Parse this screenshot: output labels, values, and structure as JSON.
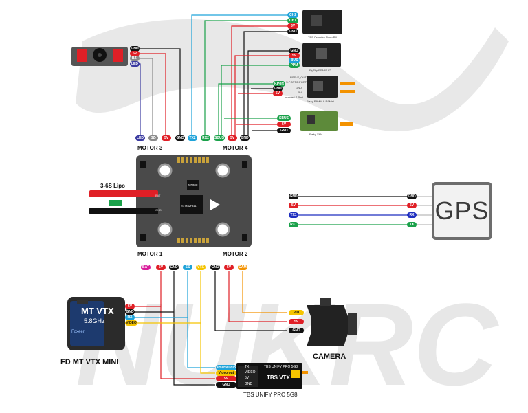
{
  "labels": {
    "motor3": "MOTOR 3",
    "motor4": "MOTOR 4",
    "motor1": "MOTOR 1",
    "motor2": "MOTOR 2",
    "lipo": "3-6S Lipo",
    "camera": "CAMERA",
    "vtx_caption": "FD MT VTX MINI",
    "unify_caption": "TBS UNIFY PRO 5G8",
    "gps": "GPS"
  },
  "receivers": {
    "crossfire": "TBS Crossfire Nano RX",
    "fsa8s": "FlySky FSA8S V2",
    "r9mm": "Frsky R9MM & R9Mini",
    "xm": "Frsky XM+"
  },
  "fc_pads_top": [
    "LED",
    "BZ-",
    "5V",
    "GND",
    "TX2",
    "RX2",
    "SBUS",
    "5V",
    "GND"
  ],
  "fc_pads_bottom": [
    "BAT",
    "5V",
    "GND",
    "SS",
    "VTX",
    "GND",
    "5V",
    "CAM"
  ],
  "gps_wires_left": [
    "GND",
    "5V",
    "TX1",
    "RX1"
  ],
  "gps_wires_right": [
    "GND",
    "5V",
    "RX",
    "TX"
  ],
  "vtx_pins": [
    "5V",
    "GND",
    "RX",
    "VIDEO"
  ],
  "camera_pins": [
    "VID",
    "5V",
    "GND"
  ],
  "unify_pins": [
    "smartAudio",
    "Video out",
    "5V",
    "GND"
  ],
  "unify_pin_labels": [
    "TX",
    "VIDEO",
    "5V",
    "GND"
  ],
  "unify_module": {
    "header": "TBS UNIFY PRO 5G8",
    "brand": "TBS VTX"
  },
  "crossfire_pins": [
    "CH2",
    "CH1",
    "5V",
    "GND"
  ],
  "fsa8s_pins": [
    "GND",
    "5V",
    "BUS",
    "PPM"
  ],
  "r9mm_pins": [
    "F.Port",
    "GND",
    "5V"
  ],
  "r9mm_notes": [
    "RSSI/S_OUT",
    "S.PORT/F.PORT",
    "GND",
    "5V",
    "Inverted S.Port"
  ],
  "xm_pins": [
    "SBUS",
    "5V",
    "GND"
  ],
  "fc_chips": {
    "mcu": "STM32F411",
    "imu": "MPU6000"
  },
  "fc_side_labels": {
    "bat": "BAT",
    "gnd": "GND"
  },
  "vtx_module": {
    "brand": "Foxeer",
    "name": "MT VTX",
    "freq": "5.8GHz"
  },
  "colors": {
    "red": "#e01f26",
    "black": "#111111",
    "green": "#1aa14a",
    "blue": "#1f2fbf",
    "cyan": "#1fa3d9",
    "yellow": "#f5c400",
    "orange": "#f39200",
    "magenta": "#d81b9a",
    "grey": "#8a8a8a",
    "purple": "#3a3aa0",
    "board": "#4a4a4a"
  }
}
